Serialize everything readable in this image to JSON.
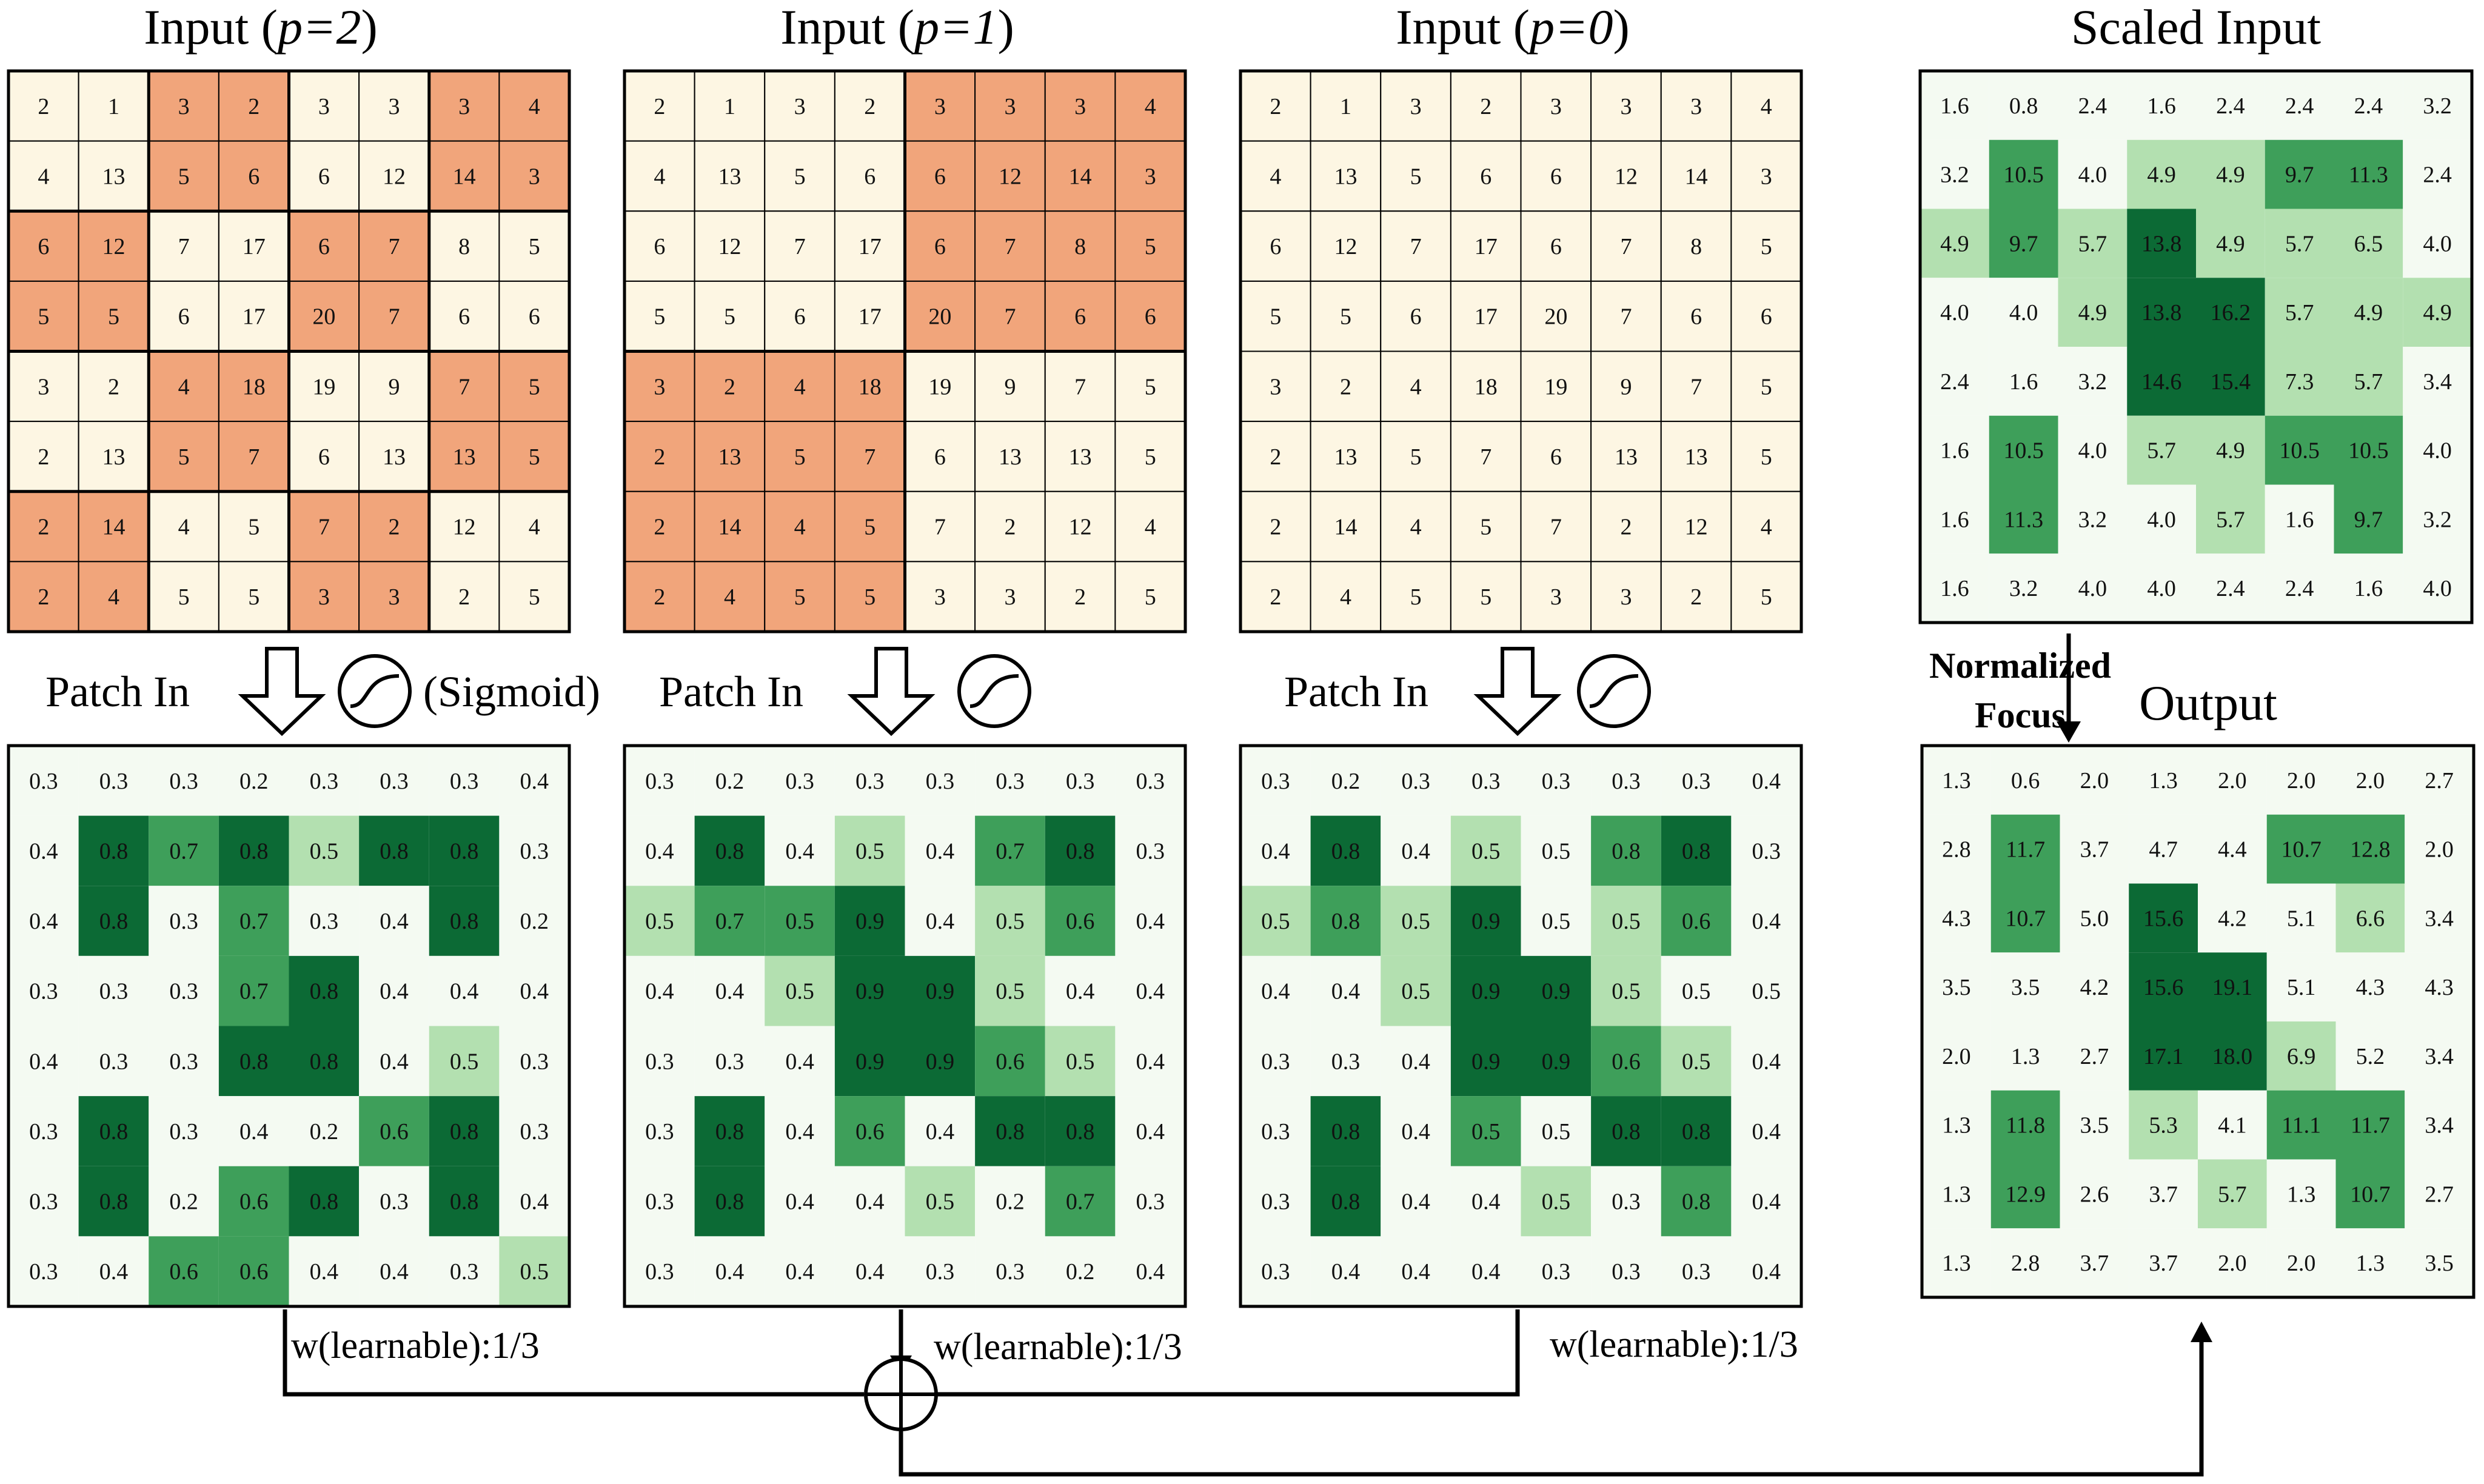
{
  "colors": {
    "cream": "#fdf6e3",
    "orange": "#f1a57b",
    "green_bg": "#f4faf2",
    "green_light": "#b3e0b0",
    "green_mid": "#3e9f5a",
    "green_dark": "#0c6a35",
    "line": "#000000"
  },
  "inputs": [
    {
      "title_prefix": "Input (",
      "title_var": "p=2",
      "title_suffix": ")",
      "values": [
        [
          2,
          1,
          3,
          2,
          3,
          3,
          3,
          4
        ],
        [
          4,
          13,
          5,
          6,
          6,
          12,
          14,
          3
        ],
        [
          6,
          12,
          7,
          17,
          6,
          7,
          8,
          5
        ],
        [
          5,
          5,
          6,
          17,
          20,
          7,
          6,
          6
        ],
        [
          3,
          2,
          4,
          18,
          19,
          9,
          7,
          5
        ],
        [
          2,
          13,
          5,
          7,
          6,
          13,
          13,
          5
        ],
        [
          2,
          14,
          4,
          5,
          7,
          2,
          12,
          4
        ],
        [
          2,
          4,
          5,
          5,
          3,
          3,
          2,
          5
        ]
      ],
      "shade": [
        [
          0,
          0,
          1,
          1,
          0,
          0,
          1,
          1
        ],
        [
          0,
          0,
          1,
          1,
          0,
          0,
          1,
          1
        ],
        [
          1,
          1,
          0,
          0,
          1,
          1,
          0,
          0
        ],
        [
          1,
          1,
          0,
          0,
          1,
          1,
          0,
          0
        ],
        [
          0,
          0,
          1,
          1,
          0,
          0,
          1,
          1
        ],
        [
          0,
          0,
          1,
          1,
          0,
          0,
          1,
          1
        ],
        [
          1,
          1,
          0,
          0,
          1,
          1,
          0,
          0
        ],
        [
          1,
          1,
          0,
          0,
          1,
          1,
          0,
          0
        ]
      ]
    },
    {
      "title_prefix": "Input (",
      "title_var": "p=1",
      "title_suffix": ")",
      "values": [
        [
          2,
          1,
          3,
          2,
          3,
          3,
          3,
          4
        ],
        [
          4,
          13,
          5,
          6,
          6,
          12,
          14,
          3
        ],
        [
          6,
          12,
          7,
          17,
          6,
          7,
          8,
          5
        ],
        [
          5,
          5,
          6,
          17,
          20,
          7,
          6,
          6
        ],
        [
          3,
          2,
          4,
          18,
          19,
          9,
          7,
          5
        ],
        [
          2,
          13,
          5,
          7,
          6,
          13,
          13,
          5
        ],
        [
          2,
          14,
          4,
          5,
          7,
          2,
          12,
          4
        ],
        [
          2,
          4,
          5,
          5,
          3,
          3,
          2,
          5
        ]
      ],
      "shade": [
        [
          0,
          0,
          0,
          0,
          1,
          1,
          1,
          1
        ],
        [
          0,
          0,
          0,
          0,
          1,
          1,
          1,
          1
        ],
        [
          0,
          0,
          0,
          0,
          1,
          1,
          1,
          1
        ],
        [
          0,
          0,
          0,
          0,
          1,
          1,
          1,
          1
        ],
        [
          1,
          1,
          1,
          1,
          0,
          0,
          0,
          0
        ],
        [
          1,
          1,
          1,
          1,
          0,
          0,
          0,
          0
        ],
        [
          1,
          1,
          1,
          1,
          0,
          0,
          0,
          0
        ],
        [
          1,
          1,
          1,
          1,
          0,
          0,
          0,
          0
        ]
      ]
    },
    {
      "title_prefix": "Input (",
      "title_var": "p=0",
      "title_suffix": ")",
      "values": [
        [
          2,
          1,
          3,
          2,
          3,
          3,
          3,
          4
        ],
        [
          4,
          13,
          5,
          6,
          6,
          12,
          14,
          3
        ],
        [
          6,
          12,
          7,
          17,
          6,
          7,
          8,
          5
        ],
        [
          5,
          5,
          6,
          17,
          20,
          7,
          6,
          6
        ],
        [
          3,
          2,
          4,
          18,
          19,
          9,
          7,
          5
        ],
        [
          2,
          13,
          5,
          7,
          6,
          13,
          13,
          5
        ],
        [
          2,
          14,
          4,
          5,
          7,
          2,
          12,
          4
        ],
        [
          2,
          4,
          5,
          5,
          3,
          3,
          2,
          5
        ]
      ],
      "shade": [
        [
          0,
          0,
          0,
          0,
          0,
          0,
          0,
          0
        ],
        [
          0,
          0,
          0,
          0,
          0,
          0,
          0,
          0
        ],
        [
          0,
          0,
          0,
          0,
          0,
          0,
          0,
          0
        ],
        [
          0,
          0,
          0,
          0,
          0,
          0,
          0,
          0
        ],
        [
          0,
          0,
          0,
          0,
          0,
          0,
          0,
          0
        ],
        [
          0,
          0,
          0,
          0,
          0,
          0,
          0,
          0
        ],
        [
          0,
          0,
          0,
          0,
          0,
          0,
          0,
          0
        ],
        [
          0,
          0,
          0,
          0,
          0,
          0,
          0,
          0
        ]
      ]
    }
  ],
  "patch_label": "Patch In",
  "sigmoid_label": "(Sigmoid)",
  "weight_label": "w(learnable):1/3",
  "normalized_focus": [
    "Normalized",
    "Focus"
  ],
  "sigmoid_grids": [
    {
      "values": [
        [
          "0.3",
          "0.3",
          "0.3",
          "0.2",
          "0.3",
          "0.3",
          "0.3",
          "0.4"
        ],
        [
          "0.4",
          "0.8",
          "0.7",
          "0.8",
          "0.5",
          "0.8",
          "0.8",
          "0.3"
        ],
        [
          "0.4",
          "0.8",
          "0.3",
          "0.7",
          "0.3",
          "0.4",
          "0.8",
          "0.2"
        ],
        [
          "0.3",
          "0.3",
          "0.3",
          "0.7",
          "0.8",
          "0.4",
          "0.4",
          "0.4"
        ],
        [
          "0.4",
          "0.3",
          "0.3",
          "0.8",
          "0.8",
          "0.4",
          "0.5",
          "0.3"
        ],
        [
          "0.3",
          "0.8",
          "0.3",
          "0.4",
          "0.2",
          "0.6",
          "0.8",
          "0.3"
        ],
        [
          "0.3",
          "0.8",
          "0.2",
          "0.6",
          "0.8",
          "0.3",
          "0.8",
          "0.4"
        ],
        [
          "0.3",
          "0.4",
          "0.6",
          "0.6",
          "0.4",
          "0.4",
          "0.3",
          "0.5"
        ]
      ],
      "shade": [
        [
          0,
          0,
          0,
          0,
          0,
          0,
          0,
          0
        ],
        [
          0,
          3,
          2,
          3,
          1,
          3,
          3,
          0
        ],
        [
          0,
          3,
          0,
          2,
          0,
          0,
          3,
          0
        ],
        [
          0,
          0,
          0,
          2,
          3,
          0,
          0,
          0
        ],
        [
          0,
          0,
          0,
          3,
          3,
          0,
          1,
          0
        ],
        [
          0,
          3,
          0,
          0,
          0,
          2,
          3,
          0
        ],
        [
          0,
          3,
          0,
          2,
          3,
          0,
          3,
          0
        ],
        [
          0,
          0,
          2,
          2,
          0,
          0,
          0,
          1
        ]
      ]
    },
    {
      "values": [
        [
          "0.3",
          "0.2",
          "0.3",
          "0.3",
          "0.3",
          "0.3",
          "0.3",
          "0.3"
        ],
        [
          "0.4",
          "0.8",
          "0.4",
          "0.5",
          "0.4",
          "0.7",
          "0.8",
          "0.3"
        ],
        [
          "0.5",
          "0.7",
          "0.5",
          "0.9",
          "0.4",
          "0.5",
          "0.6",
          "0.4"
        ],
        [
          "0.4",
          "0.4",
          "0.5",
          "0.9",
          "0.9",
          "0.5",
          "0.4",
          "0.4"
        ],
        [
          "0.3",
          "0.3",
          "0.4",
          "0.9",
          "0.9",
          "0.6",
          "0.5",
          "0.4"
        ],
        [
          "0.3",
          "0.8",
          "0.4",
          "0.6",
          "0.4",
          "0.8",
          "0.8",
          "0.4"
        ],
        [
          "0.3",
          "0.8",
          "0.4",
          "0.4",
          "0.5",
          "0.2",
          "0.7",
          "0.3"
        ],
        [
          "0.3",
          "0.4",
          "0.4",
          "0.4",
          "0.3",
          "0.3",
          "0.2",
          "0.4"
        ]
      ],
      "shade": [
        [
          0,
          0,
          0,
          0,
          0,
          0,
          0,
          0
        ],
        [
          0,
          3,
          0,
          1,
          0,
          2,
          3,
          0
        ],
        [
          1,
          2,
          2,
          3,
          0,
          1,
          2,
          0
        ],
        [
          0,
          0,
          1,
          3,
          3,
          1,
          0,
          0
        ],
        [
          0,
          0,
          0,
          3,
          3,
          2,
          1,
          0
        ],
        [
          0,
          3,
          0,
          2,
          0,
          3,
          3,
          0
        ],
        [
          0,
          3,
          0,
          0,
          1,
          0,
          2,
          0
        ],
        [
          0,
          0,
          0,
          0,
          0,
          0,
          0,
          0
        ]
      ]
    },
    {
      "values": [
        [
          "0.3",
          "0.2",
          "0.3",
          "0.3",
          "0.3",
          "0.3",
          "0.3",
          "0.4"
        ],
        [
          "0.4",
          "0.8",
          "0.4",
          "0.5",
          "0.5",
          "0.8",
          "0.8",
          "0.3"
        ],
        [
          "0.5",
          "0.8",
          "0.5",
          "0.9",
          "0.5",
          "0.5",
          "0.6",
          "0.4"
        ],
        [
          "0.4",
          "0.4",
          "0.5",
          "0.9",
          "0.9",
          "0.5",
          "0.5",
          "0.5"
        ],
        [
          "0.3",
          "0.3",
          "0.4",
          "0.9",
          "0.9",
          "0.6",
          "0.5",
          "0.4"
        ],
        [
          "0.3",
          "0.8",
          "0.4",
          "0.5",
          "0.5",
          "0.8",
          "0.8",
          "0.4"
        ],
        [
          "0.3",
          "0.8",
          "0.4",
          "0.4",
          "0.5",
          "0.3",
          "0.8",
          "0.4"
        ],
        [
          "0.3",
          "0.4",
          "0.4",
          "0.4",
          "0.3",
          "0.3",
          "0.3",
          "0.4"
        ]
      ],
      "shade": [
        [
          0,
          0,
          0,
          0,
          0,
          0,
          0,
          0
        ],
        [
          0,
          3,
          0,
          1,
          0,
          2,
          3,
          0
        ],
        [
          1,
          2,
          1,
          3,
          0,
          1,
          2,
          0
        ],
        [
          0,
          0,
          1,
          3,
          3,
          1,
          0,
          0
        ],
        [
          0,
          0,
          0,
          3,
          3,
          2,
          1,
          0
        ],
        [
          0,
          3,
          0,
          2,
          0,
          3,
          3,
          0
        ],
        [
          0,
          3,
          0,
          0,
          1,
          0,
          2,
          0
        ],
        [
          0,
          0,
          0,
          0,
          0,
          0,
          0,
          0
        ]
      ]
    }
  ],
  "scaled_input": {
    "title": "Scaled Input",
    "values": [
      [
        "1.6",
        "0.8",
        "2.4",
        "1.6",
        "2.4",
        "2.4",
        "2.4",
        "3.2"
      ],
      [
        "3.2",
        "10.5",
        "4.0",
        "4.9",
        "4.9",
        "9.7",
        "11.3",
        "2.4"
      ],
      [
        "4.9",
        "9.7",
        "5.7",
        "13.8",
        "4.9",
        "5.7",
        "6.5",
        "4.0"
      ],
      [
        "4.0",
        "4.0",
        "4.9",
        "13.8",
        "16.2",
        "5.7",
        "4.9",
        "4.9"
      ],
      [
        "2.4",
        "1.6",
        "3.2",
        "14.6",
        "15.4",
        "7.3",
        "5.7",
        "3.4"
      ],
      [
        "1.6",
        "10.5",
        "4.0",
        "5.7",
        "4.9",
        "10.5",
        "10.5",
        "4.0"
      ],
      [
        "1.6",
        "11.3",
        "3.2",
        "4.0",
        "5.7",
        "1.6",
        "9.7",
        "3.2"
      ],
      [
        "1.6",
        "3.2",
        "4.0",
        "4.0",
        "2.4",
        "2.4",
        "1.6",
        "4.0"
      ]
    ],
    "shade": [
      [
        0,
        0,
        0,
        0,
        0,
        0,
        0,
        0
      ],
      [
        0,
        2,
        0,
        1,
        1,
        2,
        2,
        0
      ],
      [
        1,
        2,
        1,
        3,
        1,
        1,
        1,
        0
      ],
      [
        0,
        0,
        1,
        3,
        3,
        1,
        1,
        1
      ],
      [
        0,
        0,
        0,
        3,
        3,
        1,
        1,
        0
      ],
      [
        0,
        2,
        0,
        1,
        1,
        2,
        2,
        0
      ],
      [
        0,
        2,
        0,
        0,
        1,
        0,
        2,
        0
      ],
      [
        0,
        0,
        0,
        0,
        0,
        0,
        0,
        0
      ]
    ]
  },
  "output": {
    "title": "Output",
    "values": [
      [
        "1.3",
        "0.6",
        "2.0",
        "1.3",
        "2.0",
        "2.0",
        "2.0",
        "2.7"
      ],
      [
        "2.8",
        "11.7",
        "3.7",
        "4.7",
        "4.4",
        "10.7",
        "12.8",
        "2.0"
      ],
      [
        "4.3",
        "10.7",
        "5.0",
        "15.6",
        "4.2",
        "5.1",
        "6.6",
        "3.4"
      ],
      [
        "3.5",
        "3.5",
        "4.2",
        "15.6",
        "19.1",
        "5.1",
        "4.3",
        "4.3"
      ],
      [
        "2.0",
        "1.3",
        "2.7",
        "17.1",
        "18.0",
        "6.9",
        "5.2",
        "3.4"
      ],
      [
        "1.3",
        "11.8",
        "3.5",
        "5.3",
        "4.1",
        "11.1",
        "11.7",
        "3.4"
      ],
      [
        "1.3",
        "12.9",
        "2.6",
        "3.7",
        "5.7",
        "1.3",
        "10.7",
        "2.7"
      ],
      [
        "1.3",
        "2.8",
        "3.7",
        "3.7",
        "2.0",
        "2.0",
        "1.3",
        "3.5"
      ]
    ],
    "shade": [
      [
        0,
        0,
        0,
        0,
        0,
        0,
        0,
        0
      ],
      [
        0,
        2,
        0,
        0,
        0,
        2,
        2,
        0
      ],
      [
        0,
        2,
        0,
        3,
        0,
        0,
        1,
        0
      ],
      [
        0,
        0,
        0,
        3,
        3,
        0,
        0,
        0
      ],
      [
        0,
        0,
        0,
        3,
        3,
        1,
        0,
        0
      ],
      [
        0,
        2,
        0,
        1,
        0,
        2,
        2,
        0
      ],
      [
        0,
        2,
        0,
        0,
        1,
        0,
        2,
        0
      ],
      [
        0,
        0,
        0,
        0,
        0,
        0,
        0,
        0
      ]
    ]
  }
}
